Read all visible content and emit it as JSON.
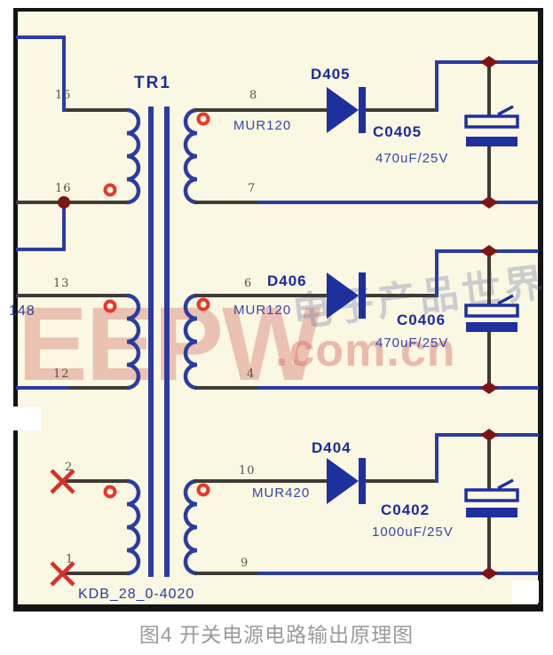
{
  "caption": "图4 开关电源电路输出原理图",
  "watermark": {
    "brand": "EEPW",
    "domain": ".com.cn",
    "cjk_text": "电子产品世界"
  },
  "schematic": {
    "transformer_ref": "TR1",
    "transformer_part": "KDB_28_0-4020",
    "net_label": "148",
    "pins": {
      "p15": "15",
      "p16": "16",
      "p13": "13",
      "p12": "12",
      "p2": "2",
      "p1": "1",
      "p8": "8",
      "p7": "7",
      "p6": "6",
      "p4": "4",
      "p10": "10",
      "p9": "9"
    },
    "outputs": [
      {
        "diode_ref": "D405",
        "diode_part": "MUR120",
        "cap_ref": "C0405",
        "cap_value": "470uF/25V"
      },
      {
        "diode_ref": "D406",
        "diode_part": "MUR120",
        "cap_ref": "C0406",
        "cap_value": "470uF/25V"
      },
      {
        "diode_ref": "D404",
        "diode_part": "MUR420",
        "cap_ref": "C0402",
        "cap_value": "1000uF/25V"
      }
    ],
    "colors": {
      "background": "#faf7e3",
      "border": "#141414",
      "wire_blue": "#2b3ca0",
      "wire_dark": "#3f3b35",
      "component_navy": "#1e2f9e",
      "junction_maroon": "#7e1416",
      "polarity_red": "#e8362b",
      "no_connect_red": "#d5312b",
      "caption_gray": "#9a9a9a"
    }
  }
}
